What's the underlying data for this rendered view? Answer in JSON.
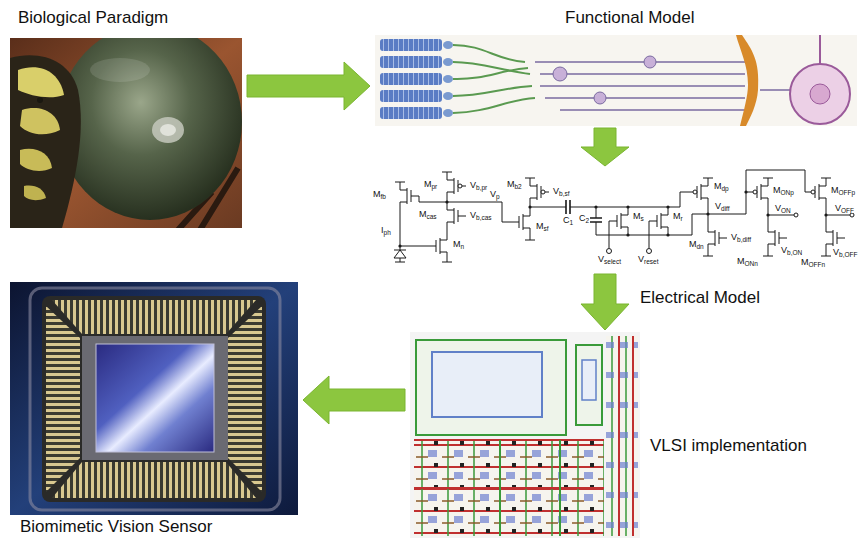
{
  "diagram": {
    "nodes": [
      {
        "text": [
          "Biological Paradigm"
        ]
      },
      {
        "text": [
          "Functional Model"
        ]
      },
      {
        "text": [
          "Electrical Model"
        ]
      },
      {
        "text": [
          "VLSI implementation"
        ]
      },
      {
        "text": [
          "Biomimetic Vision Sensor"
        ]
      }
    ],
    "edges": [
      {
        "from": 0,
        "to": 1,
        "arrow": "to"
      },
      {
        "from": 1,
        "to": 2,
        "arrow": "to"
      },
      {
        "from": 2,
        "to": 3,
        "arrow": "to"
      },
      {
        "from": 3,
        "to": 4,
        "arrow": "to"
      }
    ],
    "labels": [
      "Mfb",
      "Mpr",
      "Vb,pr",
      "Vp",
      "Mb2",
      "Vb,sf",
      "Mdp",
      "MONp",
      "MOFFp",
      "VON",
      "VOFF",
      "Vdiff",
      "Iph",
      "Mcas",
      "Vb,cas",
      "Msf",
      "C1",
      "C2",
      "Ms",
      "Mr",
      "Mn",
      "Mdn",
      "Vb,diff",
      "MONn",
      "Vb,ON",
      "MOFFn",
      "Vb,OFF",
      "Vselect",
      "Vreset"
    ]
  }
}
